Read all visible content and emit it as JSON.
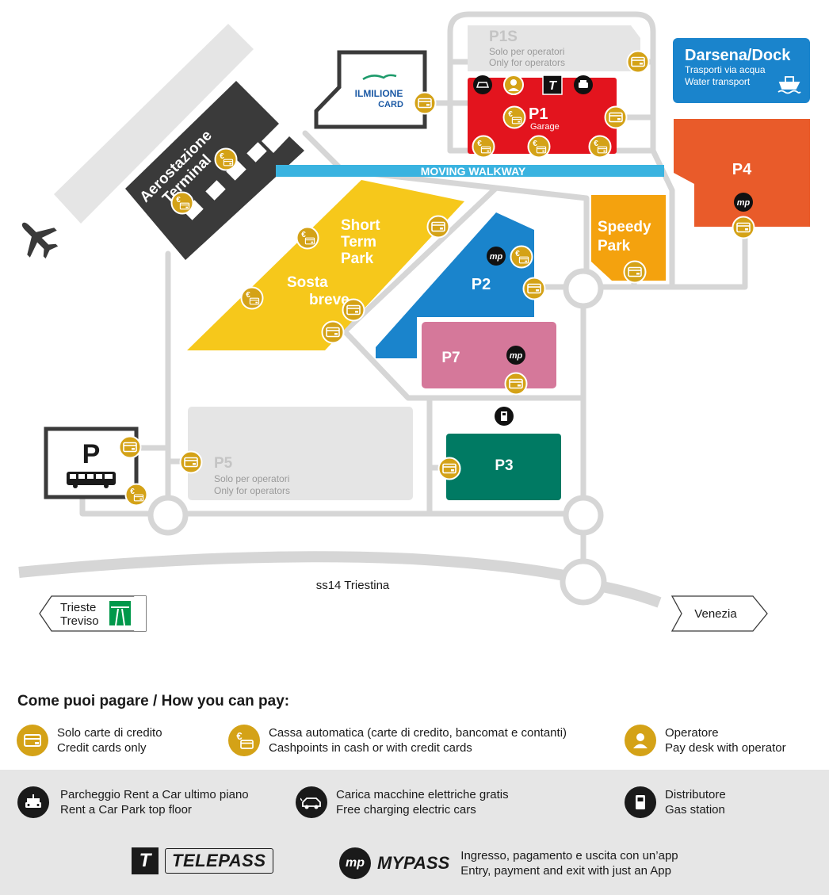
{
  "map": {
    "terminal_line1": "Aerostazione",
    "terminal_line2": "Terminal",
    "ilmilione_line1": "ILMILIONE",
    "ilmilione_line2": "CARD",
    "p1s": {
      "name": "P1S",
      "line1": "Solo per operatori",
      "line2": "Only for  operators"
    },
    "p1": {
      "name": "P1",
      "sub": "Garage"
    },
    "telepass_letter": "T",
    "darsena": {
      "title": "Darsena/Dock",
      "line1": "Trasporti via acqua",
      "line2": "Water transport"
    },
    "walkway": "MOVING WALKWAY",
    "p4": "P4",
    "short_term": [
      "Short",
      "Term",
      "Park"
    ],
    "sosta_breve": [
      "Sosta",
      "breve"
    ],
    "speedy": [
      "Speedy",
      "Park"
    ],
    "p2": "P2",
    "p7": "P7",
    "p3": "P3",
    "bus_p": "P",
    "p5": {
      "name": "P5",
      "line1": "Solo per operatori",
      "line2": "Only for  operators"
    },
    "road": "ss14 Triestina",
    "sign_left": [
      "Trieste",
      "Treviso"
    ],
    "sign_right": "Venezia",
    "mypass_glyph": "mp"
  },
  "legend": {
    "title": "Come puoi pagare / How you can pay:",
    "credit": {
      "it": "Solo carte di credito",
      "en": "Credit cards only"
    },
    "cashpoint": {
      "it": "Cassa automatica (carte di credito, bancomat e contanti)",
      "en": "Cashpoints in cash or with credit cards"
    },
    "operator": {
      "it": "Operatore",
      "en": "Pay desk with operator"
    },
    "rentacar": {
      "it": "Parcheggio Rent a Car ultimo piano",
      "en": "Rent a Car Park top floor"
    },
    "charging": {
      "it": "Carica macchine elettriche gratis",
      "en": "Free charging electric cars"
    },
    "gas": {
      "it": "Distributore",
      "en": "Gas station"
    },
    "telepass_letter": "T",
    "telepass_word": "TELEPASS",
    "mypass_glyph": "mp",
    "mypass_word": "MYPASS",
    "mypass_text": {
      "it": "Ingresso, pagamento e uscita con un’app",
      "en": "Entry, payment and exit with just an App"
    }
  },
  "colors": {
    "road": "#d6d6d6",
    "terminal": "#3a3a3a",
    "gold": "#d4a217",
    "p1": "#e3141e",
    "blue": "#1a84cc",
    "p4": "#e95b2a",
    "yellow": "#f6c81b",
    "speedy": "#f4a20e",
    "p7": "#d5789a",
    "p3": "#007a63",
    "gray_lot": "#e5e5e5",
    "walkway": "#3ab3e0"
  },
  "icons": {
    "credit": "credit-card-icon",
    "cash": "euro-coin-icon",
    "operator": "person-icon",
    "car": "car-icon",
    "ev": "electric-car-icon",
    "fuel": "fuel-pump-icon",
    "plane": "airplane-icon",
    "boat": "boat-icon",
    "bus": "bus-icon",
    "highway": "highway-icon"
  }
}
